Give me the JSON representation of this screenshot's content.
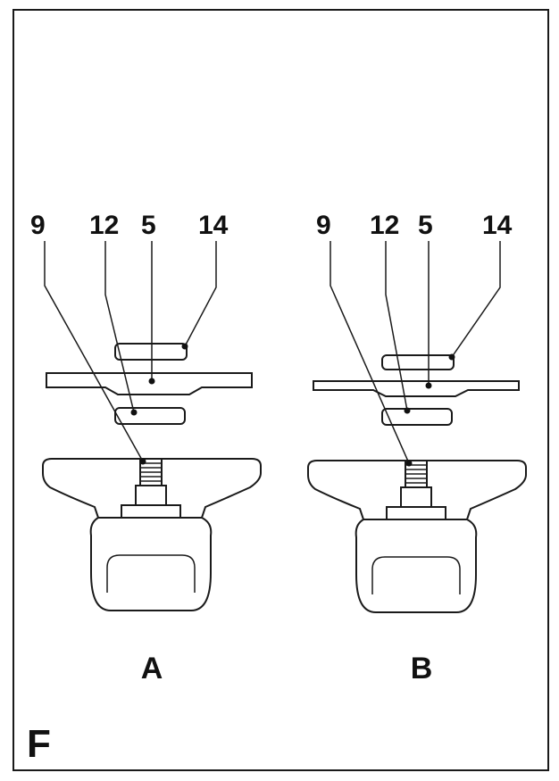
{
  "figure_letter": "F",
  "assemblies": [
    {
      "variant_label": "A",
      "callouts": [
        "9",
        "12",
        "5",
        "14"
      ]
    },
    {
      "variant_label": "B",
      "callouts": [
        "9",
        "12",
        "5",
        "14"
      ]
    }
  ]
}
